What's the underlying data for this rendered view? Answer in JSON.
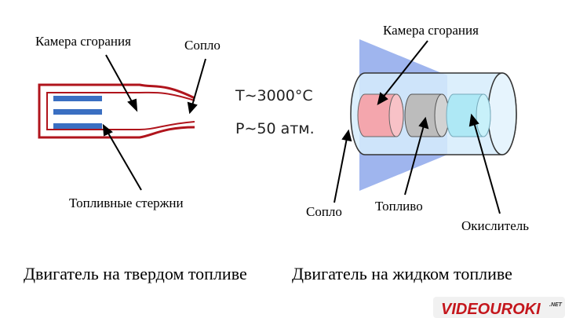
{
  "solid": {
    "label_chamber": "Камера сгорания",
    "label_nozzle": "Сопло",
    "label_rods": "Топливные стержни",
    "caption": "Двигатель на твердом топливе"
  },
  "formula": {
    "temperature": "T∼3000°C",
    "pressure": "P∼50 атм."
  },
  "liquid": {
    "label_chamber": "Камера сгорания",
    "label_nozzle": "Сопло",
    "label_fuel": "Топливо",
    "label_oxidizer": "Окислитель",
    "caption": "Двигатель на жидком топливе"
  },
  "logo": {
    "text_main": "VIDEOUROKI",
    "text_suffix": ".NET"
  },
  "colors": {
    "rocket_outline": "#b0141c",
    "fuel_rod": "#3a6fc2",
    "nozzle_cone": "#9fb5ee",
    "tank_body": "#d6ecfb",
    "fuel_red": "#f4a6ad",
    "fuel_gray": "#bcbcbc",
    "oxidizer_cyan": "#aee8f5",
    "logo_red": "#c4161c"
  }
}
